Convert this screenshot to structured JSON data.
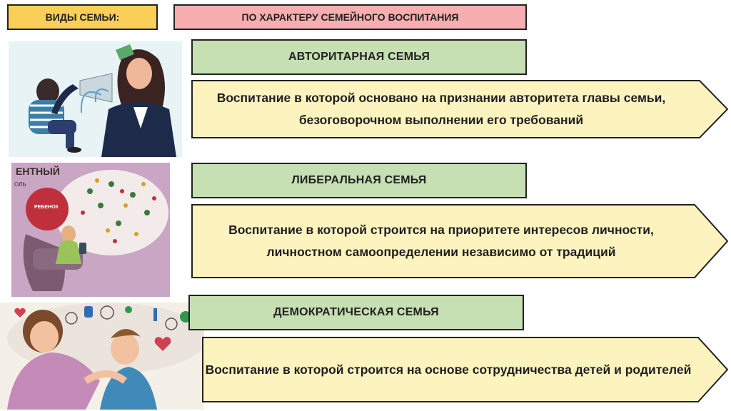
{
  "header": {
    "types_label": "ВИДЫ СЕМЬИ:",
    "character_label": "ПО ХАРАКТЕРУ СЕМЕЙНОГО ВОСПИТАНИЯ"
  },
  "families": [
    {
      "title": "АВТОРИТАРНАЯ СЕМЬЯ",
      "description": "Воспитание в которой основано на признании авторитета главы семьи, безоговорочном выполнении его требований"
    },
    {
      "title": "ЛИБЕРАЛЬНАЯ СЕМЬЯ",
      "description": "Воспитание в которой строится на приоритете интересов личности, личностном самоопределении независимо от традиций"
    },
    {
      "title": "ДЕМОКРАТИЧЕСКАЯ СЕМЬЯ",
      "description": "Воспитание в которой строится на основе сотрудничества детей и родителей"
    }
  ],
  "illustrations": {
    "liberal_badge": "РЕБЕНОК",
    "liberal_partial_title": "ЕНТНЫЙ",
    "liberal_partial_sub": "ОЛЬ"
  },
  "colors": {
    "types_fill": "#f9cf57",
    "character_fill": "#f6aeb0",
    "title_fill": "#c6dfb3",
    "arrow_fill": "#fdf3bf"
  }
}
